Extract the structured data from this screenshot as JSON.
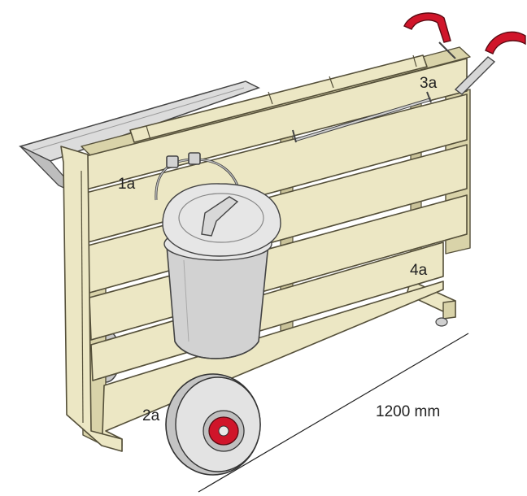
{
  "labels": {
    "part_1a": "1a",
    "part_2a": "2a",
    "part_3a": "3a",
    "part_4a": "4a",
    "dimension": "1200 mm"
  },
  "colors": {
    "wood": "#ece7c4",
    "metal": "#d2d2d2",
    "handles": "#d0152a",
    "hub": "#d0152a",
    "tire": "#e3e3e3"
  }
}
